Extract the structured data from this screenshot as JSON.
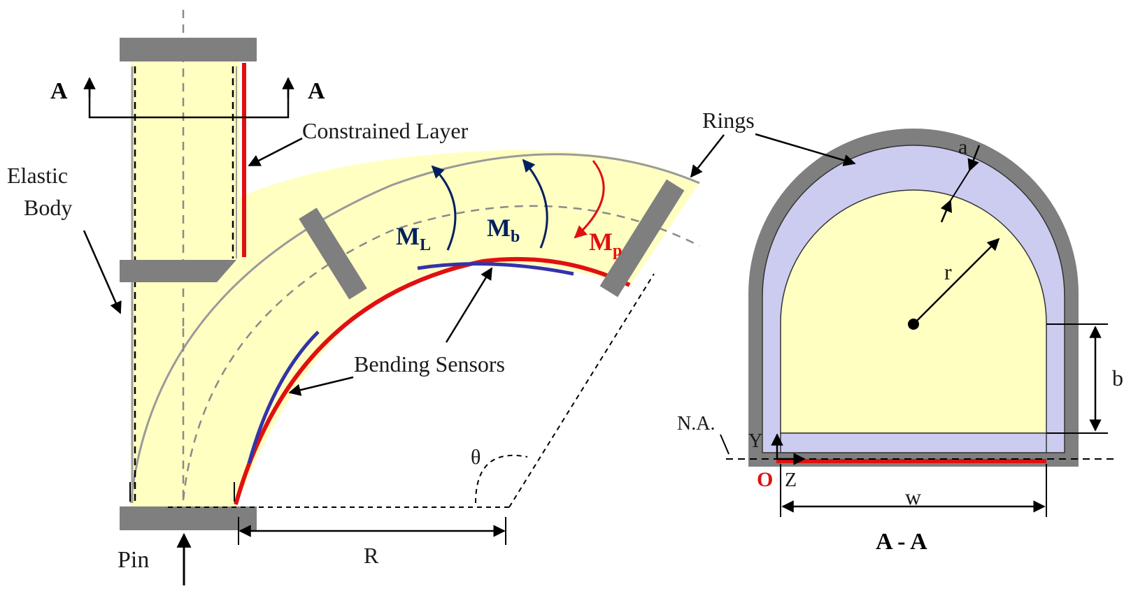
{
  "labels": {
    "section_left": "A",
    "section_right": "A",
    "constrained_layer": "Constrained Layer",
    "elastic_body_line1": "Elastic",
    "elastic_body_line2": "Body",
    "rings": "Rings",
    "bending_sensors": "Bending Sensors",
    "pin": "Pin",
    "radius_R": "R",
    "angle_theta": "θ",
    "moment_L": "M",
    "moment_L_sub": "L",
    "moment_b": "M",
    "moment_b_sub": "b",
    "moment_p": "M",
    "moment_p_sub": "p",
    "dim_a": "a",
    "dim_r": "r",
    "dim_b": "b",
    "dim_w": "w",
    "neutral_axis": "N.A.",
    "axis_Y": "Y",
    "axis_Z": "Z",
    "origin_O": "O",
    "section_title": "A - A"
  },
  "colors": {
    "body_fill": "#ffffc2",
    "ring_gray": "#7f7f7f",
    "constrained_red": "#e01010",
    "sensor_blue": "#3333aa",
    "moment_navy": "#002060",
    "layer_lavender": "#ccccf0",
    "outline_gray": "#a0a0a0"
  },
  "icons": {
    "arrow": "arrowhead-icon",
    "center_point": "dot-icon"
  }
}
